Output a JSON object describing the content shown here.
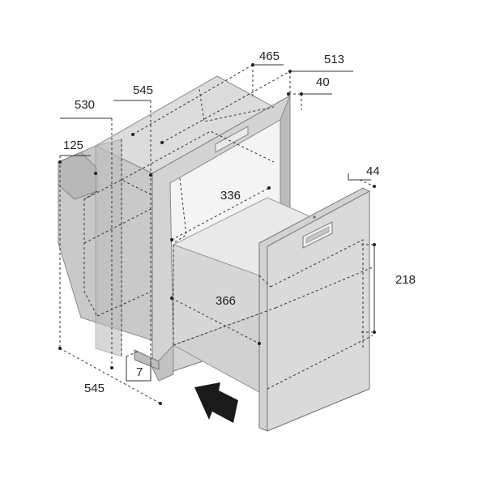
{
  "dimensions": {
    "top_width": "465",
    "frame_width": "513",
    "frame_depth": "40",
    "total_depth": "530",
    "body_height": "545",
    "offset": "125",
    "drawer_inner_width": "336",
    "drawer_inner_depth": "366",
    "front_panel": "44",
    "drawer_height": "218",
    "bottom_depth": "545",
    "foot": "7"
  },
  "colors": {
    "body_light": "#d9d9d9",
    "body_mid": "#c4c4c4",
    "body_dark": "#a9a9a9",
    "frame": "#cfcfcf",
    "arrow": "#1a1a1a"
  },
  "icons": {
    "insertion_arrow": "arrow-icon",
    "handle": "handle-icon"
  }
}
